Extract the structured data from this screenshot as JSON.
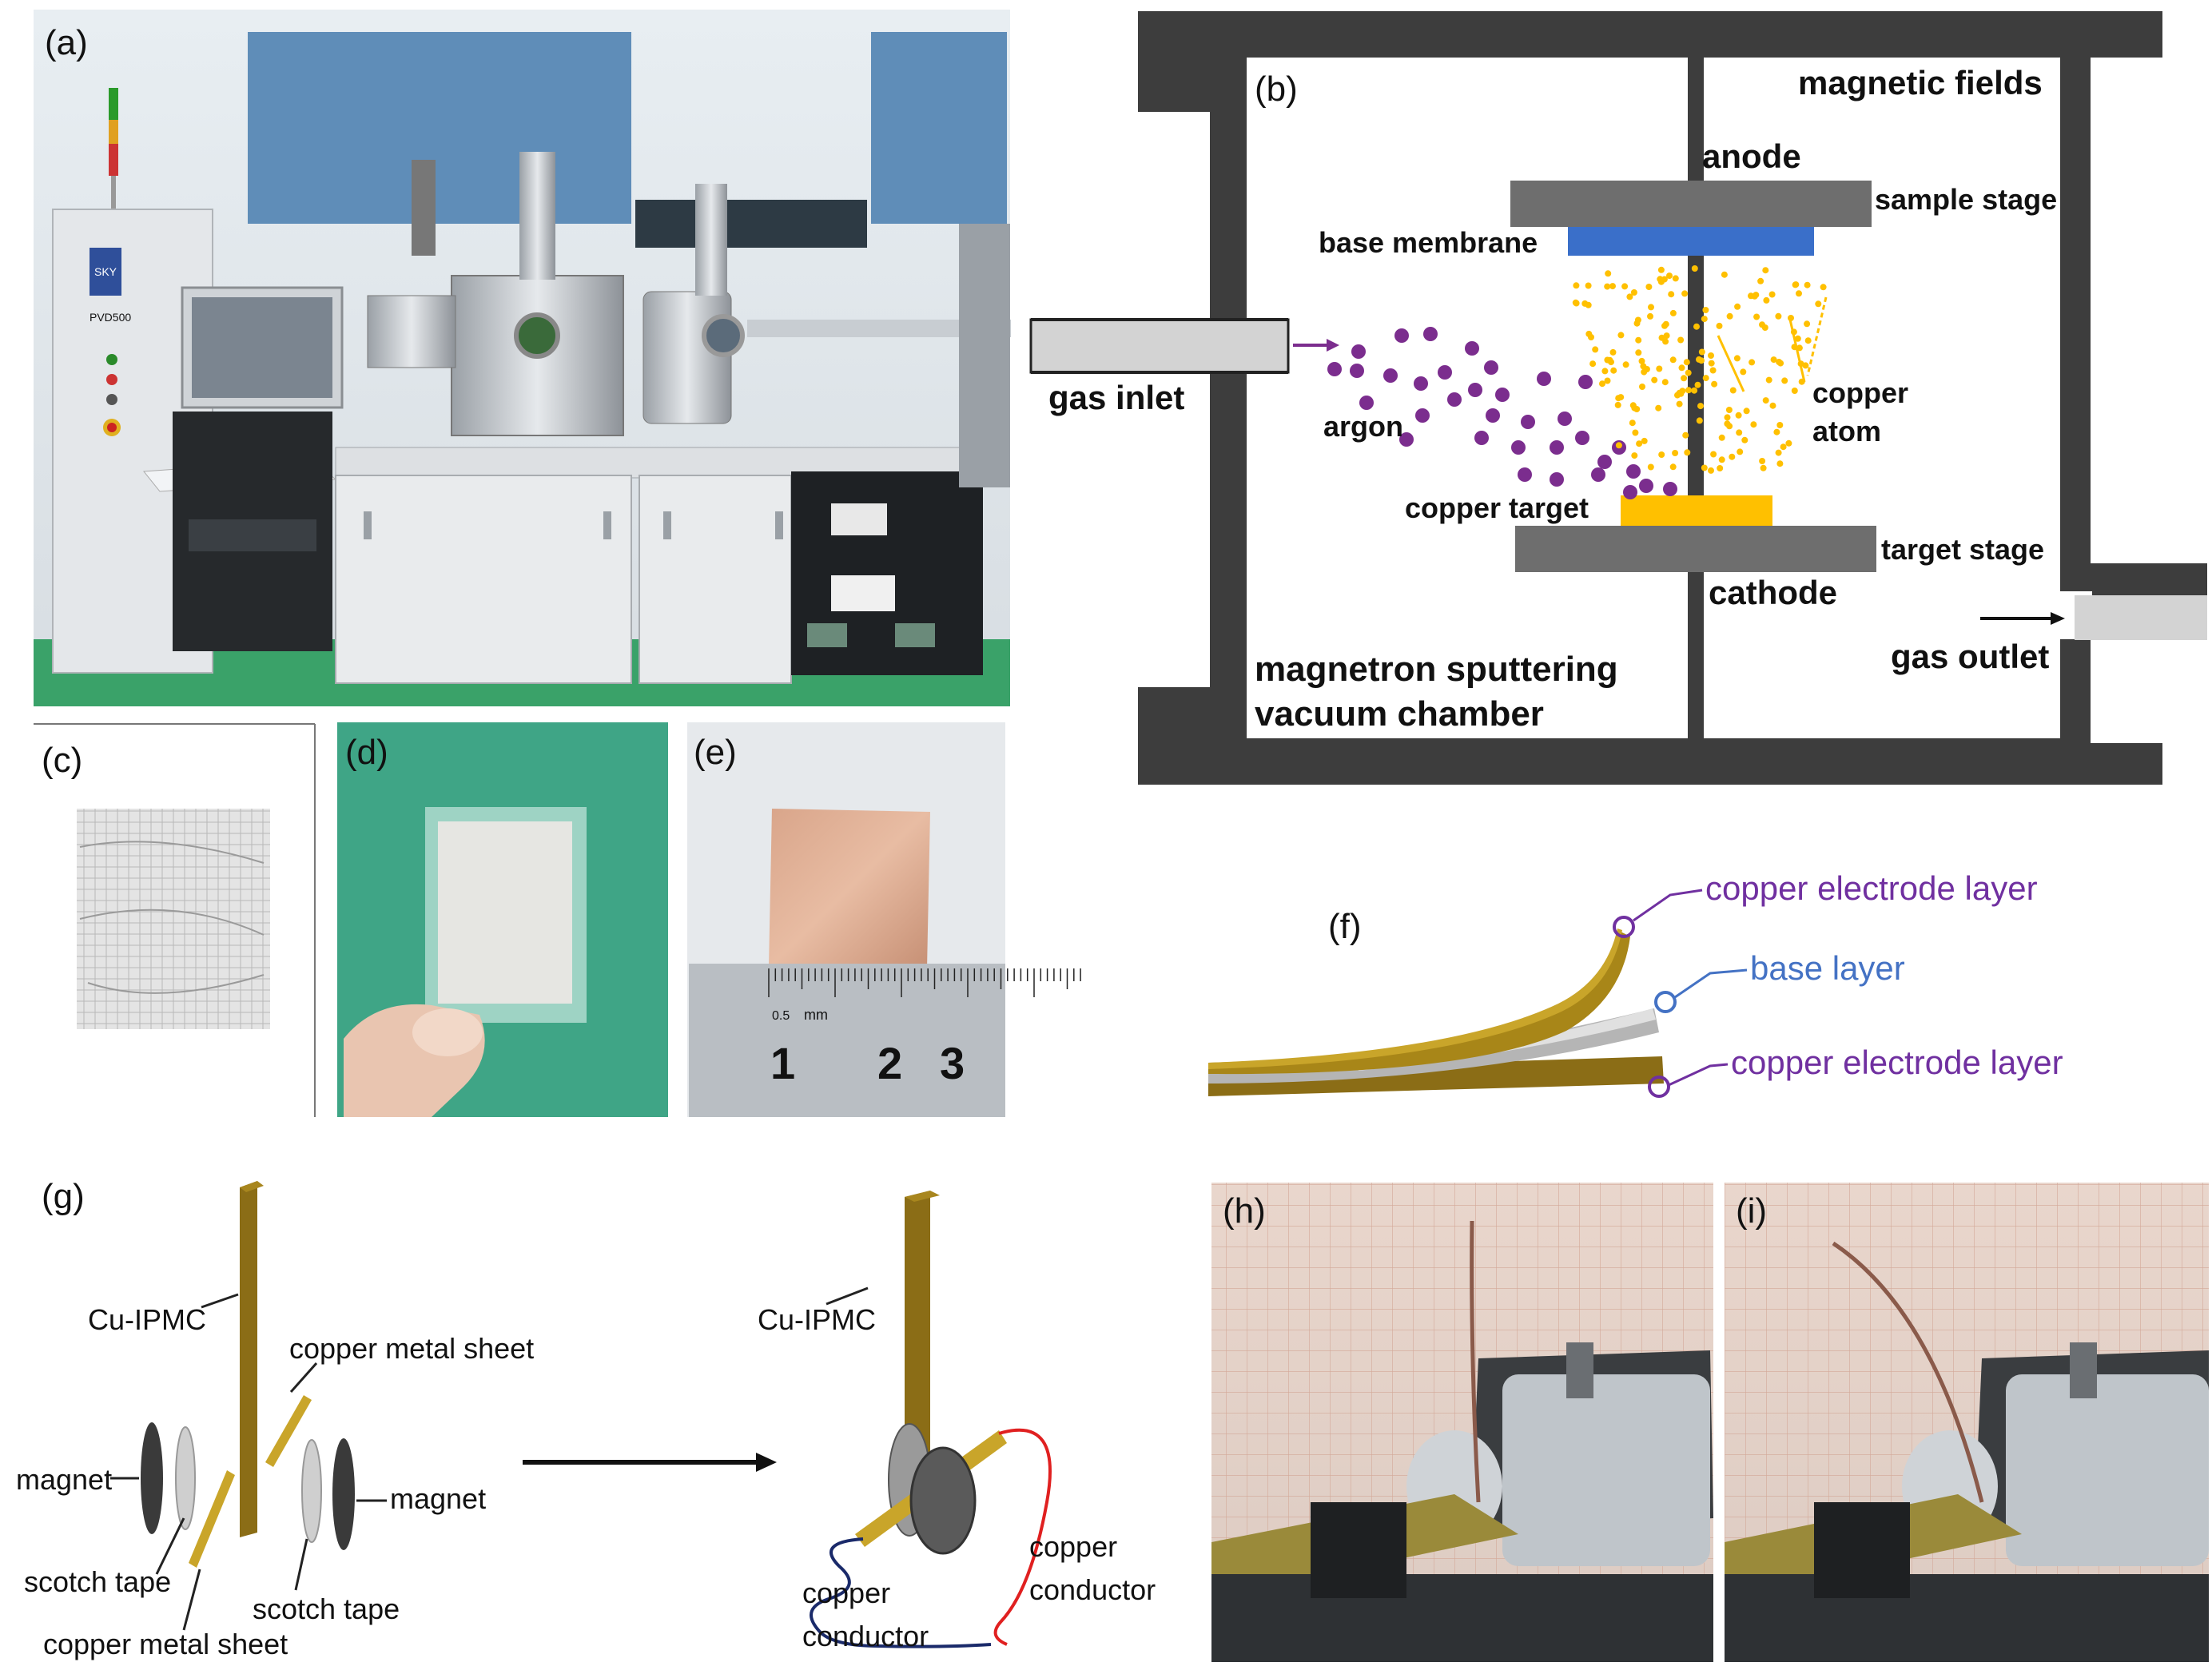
{
  "panels": {
    "a": "(a)",
    "b": "(b)",
    "c": "(c)",
    "d": "(d)",
    "e": "(e)",
    "f": "(f)",
    "g": "(g)",
    "h": "(h)",
    "i": "(i)"
  },
  "photo_a": {
    "brand": "SKY",
    "model": "PVD500"
  },
  "chamber": {
    "magnetic_fields": "magnetic fields",
    "anode": "anode",
    "sample_stage": "sample stage",
    "base_membrane": "base membrane",
    "gas_inlet": "gas inlet",
    "argon": "argon",
    "copper_atom_1": "copper",
    "copper_atom_2": "atom",
    "copper_target": "copper target",
    "target_stage": "target stage",
    "cathode": "cathode",
    "gas_outlet": "gas outlet",
    "vacuum_1": "magnetron sputtering",
    "vacuum_2": "vacuum chamber"
  },
  "ruler": {
    "unit": "mm",
    "n1": "1",
    "n2": "2",
    "n3": "3",
    "small": "0.5"
  },
  "layers": {
    "top": "copper electrode layer",
    "base": "base layer",
    "bottom": "copper electrode layer"
  },
  "assembly": {
    "cu_ipmc_left": "Cu-IPMC",
    "copper_sheet_top": "copper metal sheet",
    "magnet_left": "magnet",
    "magnet_right": "magnet",
    "scotch_left": "scotch tape",
    "scotch_right": "scotch tape",
    "copper_sheet_bottom": "copper metal sheet",
    "cu_ipmc_right": "Cu-IPMC",
    "cond_right_1": "copper",
    "cond_right_2": "conductor",
    "cond_left_1": "copper",
    "cond_left_2": "conductor"
  },
  "colors": {
    "chamber_wall": "#3d3d3d",
    "stage": "#6e6e6e",
    "membrane": "#3a6fc9",
    "copper_target": "#ffc000",
    "copper_atom": "#ffc000",
    "argon": "#7b2d8e",
    "layer_label_purple": "#7030a0",
    "layer_label_blue": "#4472c4",
    "cu_ipmc": "#8b6d16",
    "red_wire": "#e02020",
    "blue_wire": "#1a2a6a"
  }
}
